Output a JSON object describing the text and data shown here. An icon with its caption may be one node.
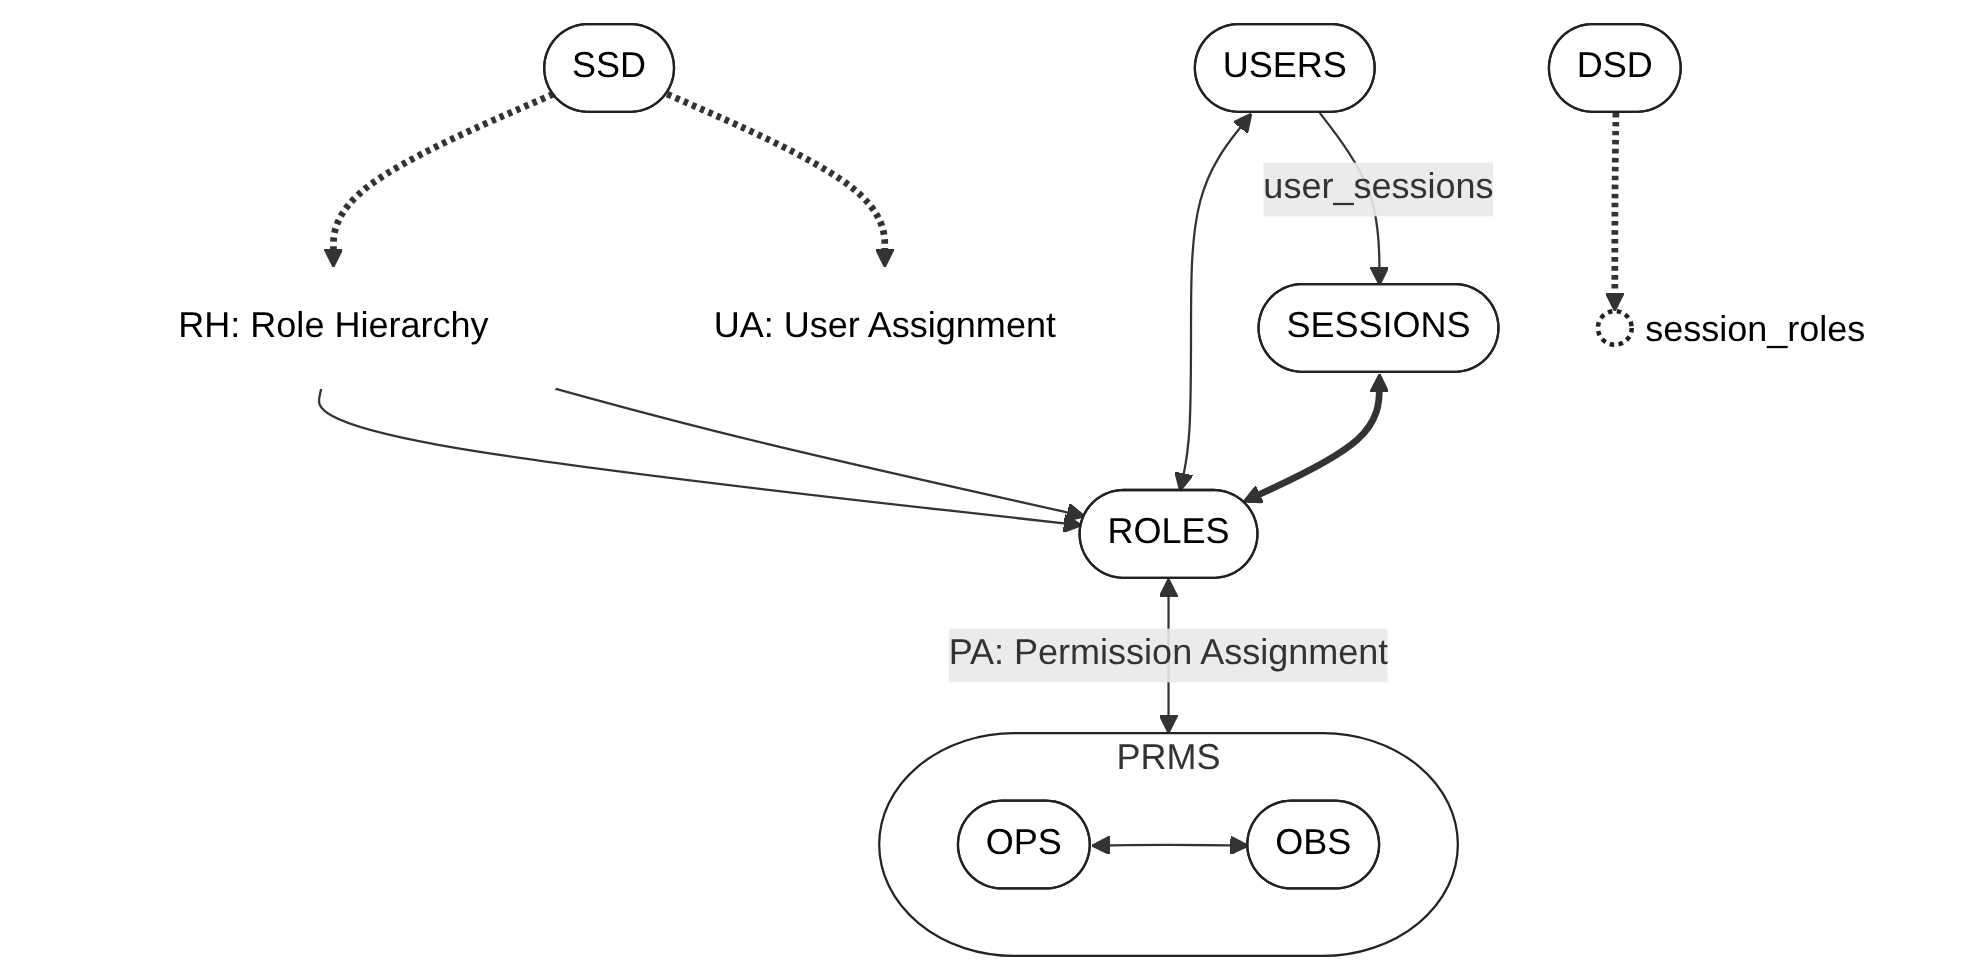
{
  "diagram": {
    "nodes": [
      {
        "text": [
          "SSD"
        ]
      },
      {
        "text": [
          "RH: Role Hierarchy"
        ]
      },
      {
        "text": [
          "UA: User Assignment"
        ]
      },
      {
        "text": [
          "USERS"
        ]
      },
      {
        "text": [
          "ROLES"
        ]
      },
      {
        "text": [
          "PRMS"
        ]
      },
      {
        "text": [
          "OPS"
        ],
        "in": 5
      },
      {
        "text": [
          "OBS"
        ],
        "in": 5
      },
      {
        "text": [],
        "shape": "circle",
        "beside": [
          "session_roles"
        ]
      },
      {
        "text": [
          "SESSIONS"
        ]
      },
      {
        "text": [
          "DSD"
        ]
      }
    ],
    "edges": [
      {
        "from": 0,
        "to": 1,
        "arrow": "to",
        "style": "dashed"
      },
      {
        "from": 0,
        "to": 2,
        "arrow": "to",
        "style": "dashed"
      },
      {
        "from": 1,
        "to": 4,
        "arrow": "to"
      },
      {
        "from": 1,
        "to": 4,
        "arrow": "to"
      },
      {
        "from": 3,
        "to": 4,
        "arrow": "both"
      },
      {
        "from": 4,
        "to": 5,
        "arrow": "both",
        "label": "PA: Permission Assignment"
      },
      {
        "from": 6,
        "to": 7,
        "arrow": "both"
      },
      {
        "from": 3,
        "to": 9,
        "arrow": "to",
        "label": "user_sessions"
      },
      {
        "from": 9,
        "to": 4,
        "arrow": "both",
        "style": "thick"
      },
      {
        "from": 10,
        "to": 8,
        "arrow": "to",
        "style": "dashed"
      }
    ]
  }
}
